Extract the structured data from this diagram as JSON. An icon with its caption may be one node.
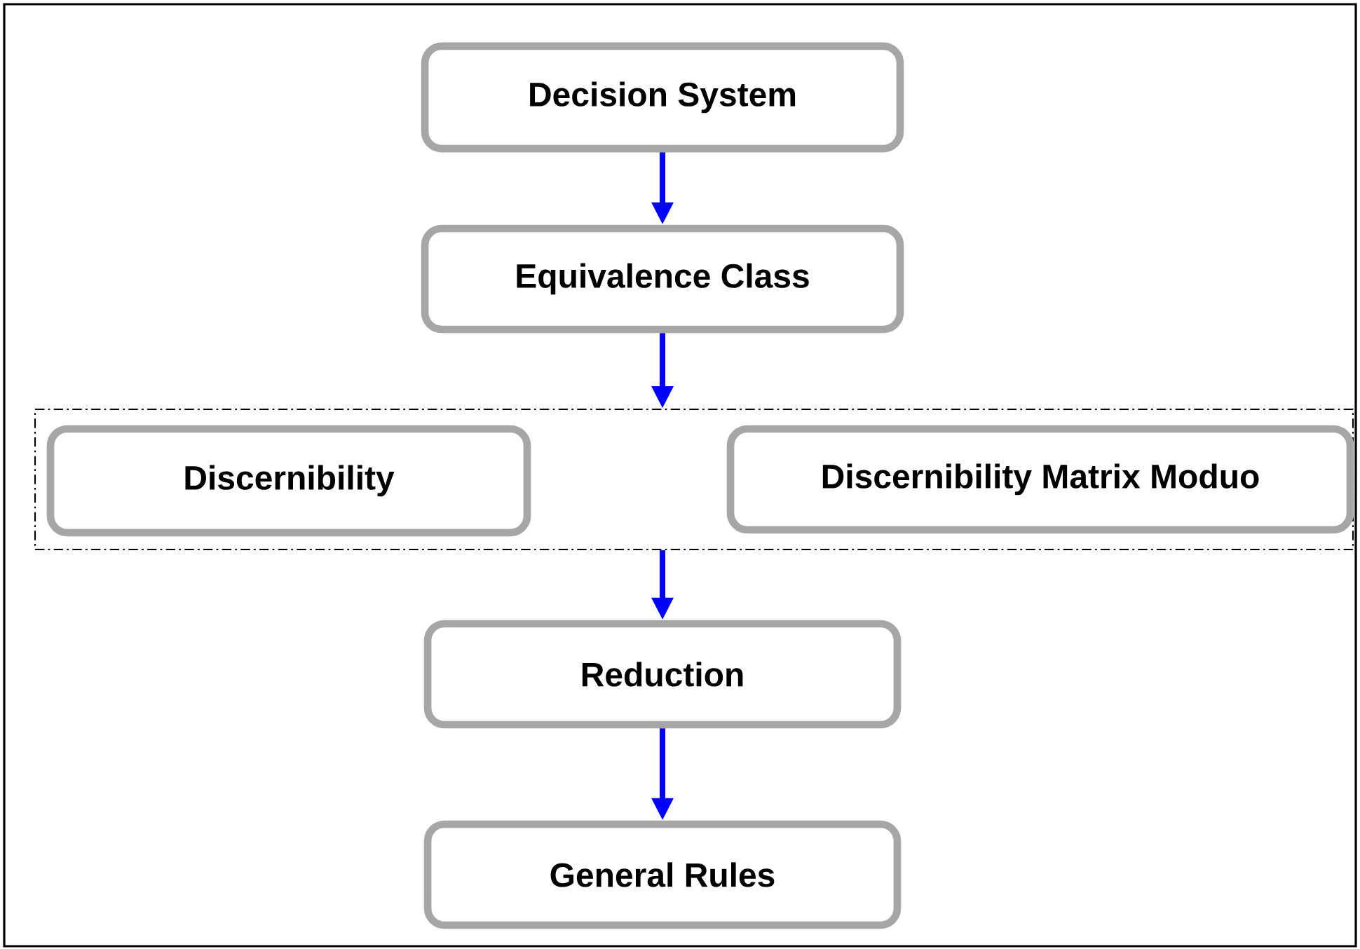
{
  "diagram": {
    "nodes": [
      {
        "text": [
          "Decision System"
        ]
      },
      {
        "text": [
          "Equivalence Class"
        ]
      },
      {
        "text": [],
        "shape": "box"
      },
      {
        "text": [
          "Discernibility"
        ],
        "in": 2
      },
      {
        "text": [
          "Discernibility Matrix Moduo"
        ],
        "in": 2
      },
      {
        "text": [
          "Reduction"
        ]
      },
      {
        "text": [
          "General Rules"
        ]
      }
    ],
    "edges": [
      {
        "from": 0,
        "to": 1,
        "arrow": "to"
      },
      {
        "from": 1,
        "to": 2,
        "arrow": "to"
      },
      {
        "from": 2,
        "to": 5,
        "arrow": "to"
      },
      {
        "from": 5,
        "to": 6,
        "arrow": "to"
      }
    ]
  }
}
